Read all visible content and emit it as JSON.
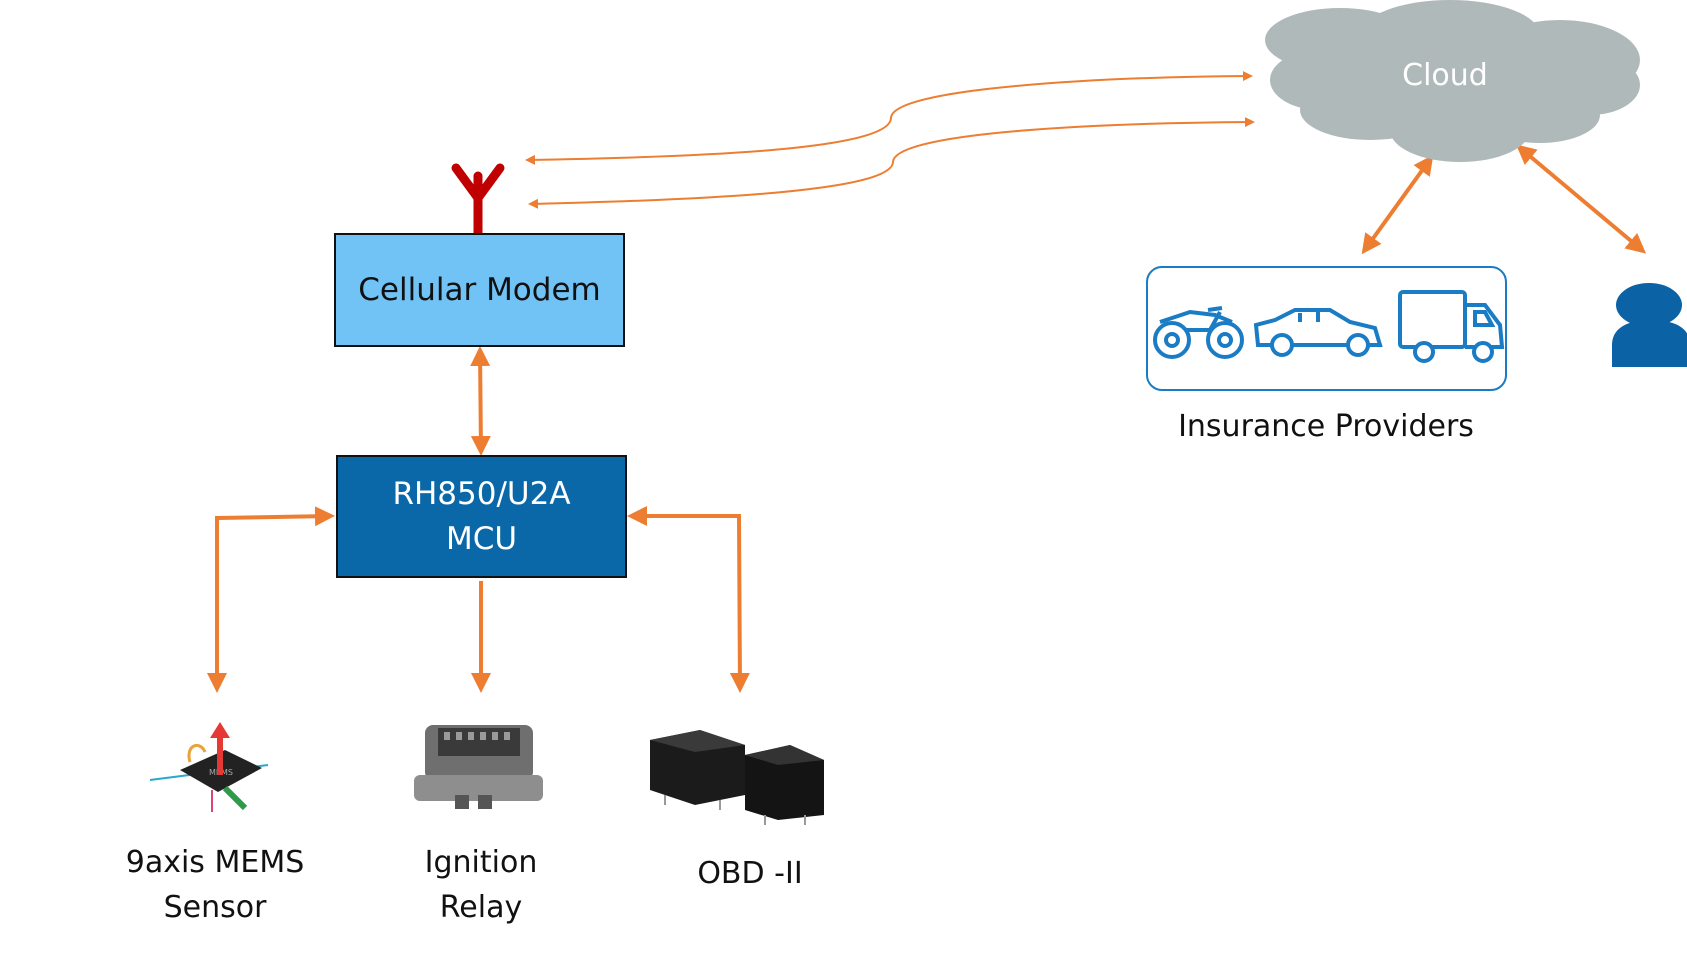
{
  "cloud": {
    "label": "Cloud",
    "color": "#b0b9b9"
  },
  "modem": {
    "label": "Cellular Modem",
    "color": "#71c3f6"
  },
  "mcu": {
    "label_line1": "RH850/U2A",
    "label_line2": "MCU",
    "color": "#0b68a8"
  },
  "antenna": {
    "icon": "antenna-icon",
    "color": "#c00000"
  },
  "peripherals": [
    {
      "label_line1": "9axis MEMS",
      "label_line2": "Sensor",
      "icon": "mems-sensor-icon"
    },
    {
      "label_line1": "Ignition",
      "label_line2": "Relay",
      "icon": "ignition-relay-icon"
    },
    {
      "label_line1": "OBD -II",
      "icon": "obd-relay-icon"
    }
  ],
  "insurance": {
    "label": "Insurance Providers",
    "icons": [
      "motorcycle-icon",
      "car-icon",
      "truck-icon"
    ],
    "color": "#1a7cc4"
  },
  "user": {
    "icon": "user-icon",
    "color": "#0b62a4"
  },
  "arrow_color": "#ed7d31"
}
